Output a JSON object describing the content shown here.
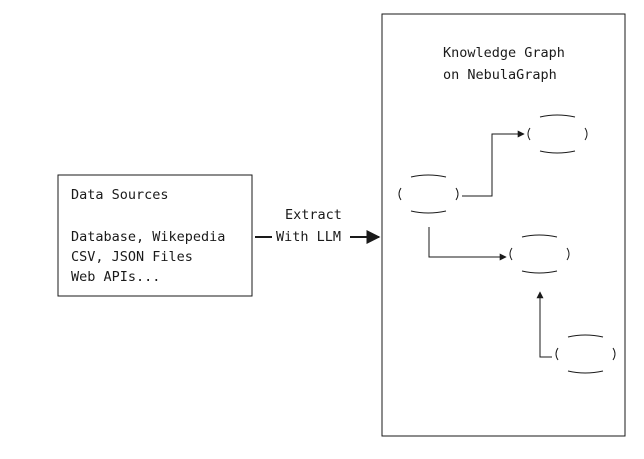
{
  "sources": {
    "title": "Data Sources",
    "lines": [
      "Database, Wikepedia",
      "CSV, JSON Files",
      "Web APIs..."
    ]
  },
  "extract": {
    "line1": "Extract",
    "line2": "With LLM"
  },
  "graph": {
    "title_line1": "Knowledge Graph",
    "title_line2": "on NebulaGraph"
  },
  "colors": {
    "ink": "#1a1a1a",
    "background": "#ffffff"
  }
}
